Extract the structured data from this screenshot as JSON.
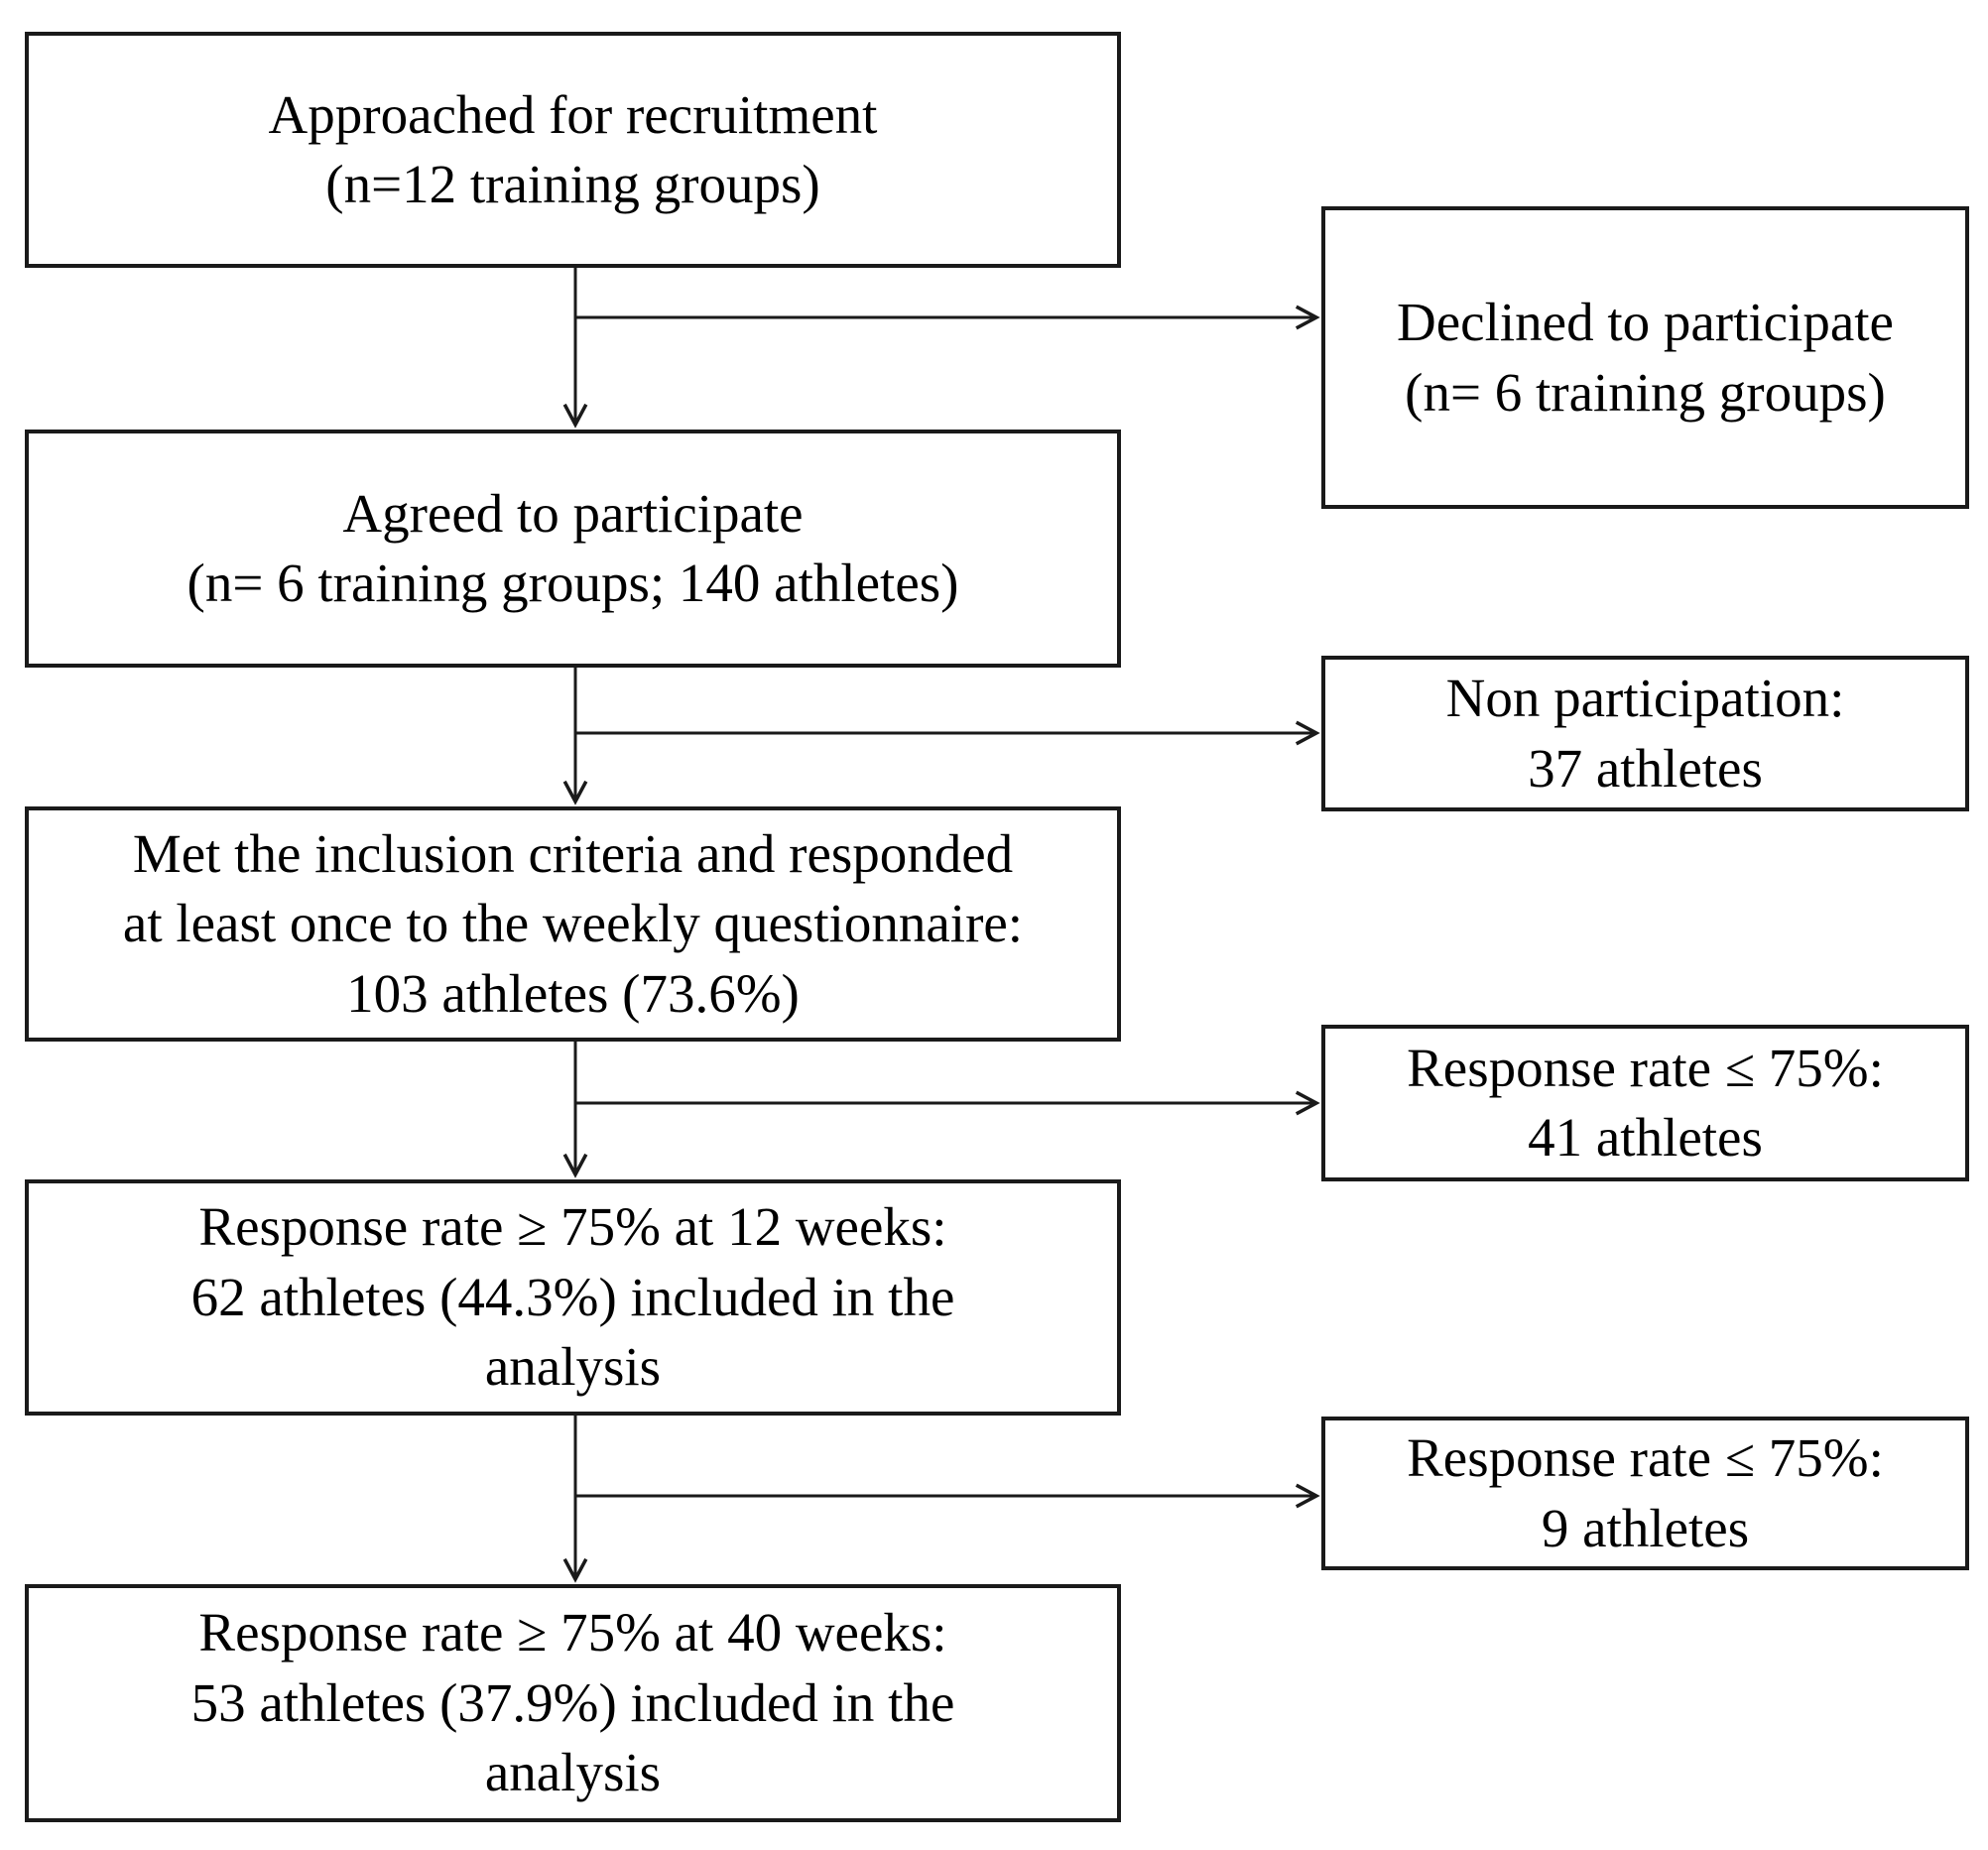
{
  "colors": {
    "line": "#1a1a1a",
    "background": "#ffffff",
    "text": "#000000"
  },
  "nodes": {
    "approached": {
      "text": "Approached for recruitment\n(n=12 training groups)"
    },
    "declined": {
      "text": "Declined to participate\n(n= 6 training groups)"
    },
    "agreed": {
      "text": "Agreed to participate\n(n= 6 training groups; 140 athletes)"
    },
    "non_participation": {
      "text": "Non participation:\n37 athletes"
    },
    "met_criteria": {
      "text": "Met the inclusion criteria and responded\nat least once to the weekly questionnaire:\n103 athletes (73.6%)"
    },
    "low_response_12w": {
      "text": "Response rate ≤ 75%:\n41 athletes"
    },
    "included_12w": {
      "text": "Response rate ≥ 75% at 12 weeks:\n62 athletes (44.3%) included in the\nanalysis"
    },
    "low_response_40w": {
      "text": "Response rate ≤ 75%:\n9 athletes"
    },
    "included_40w": {
      "text": "Response rate ≥ 75% at 40 weeks:\n53 athletes (37.9%) included in the\nanalysis"
    }
  }
}
